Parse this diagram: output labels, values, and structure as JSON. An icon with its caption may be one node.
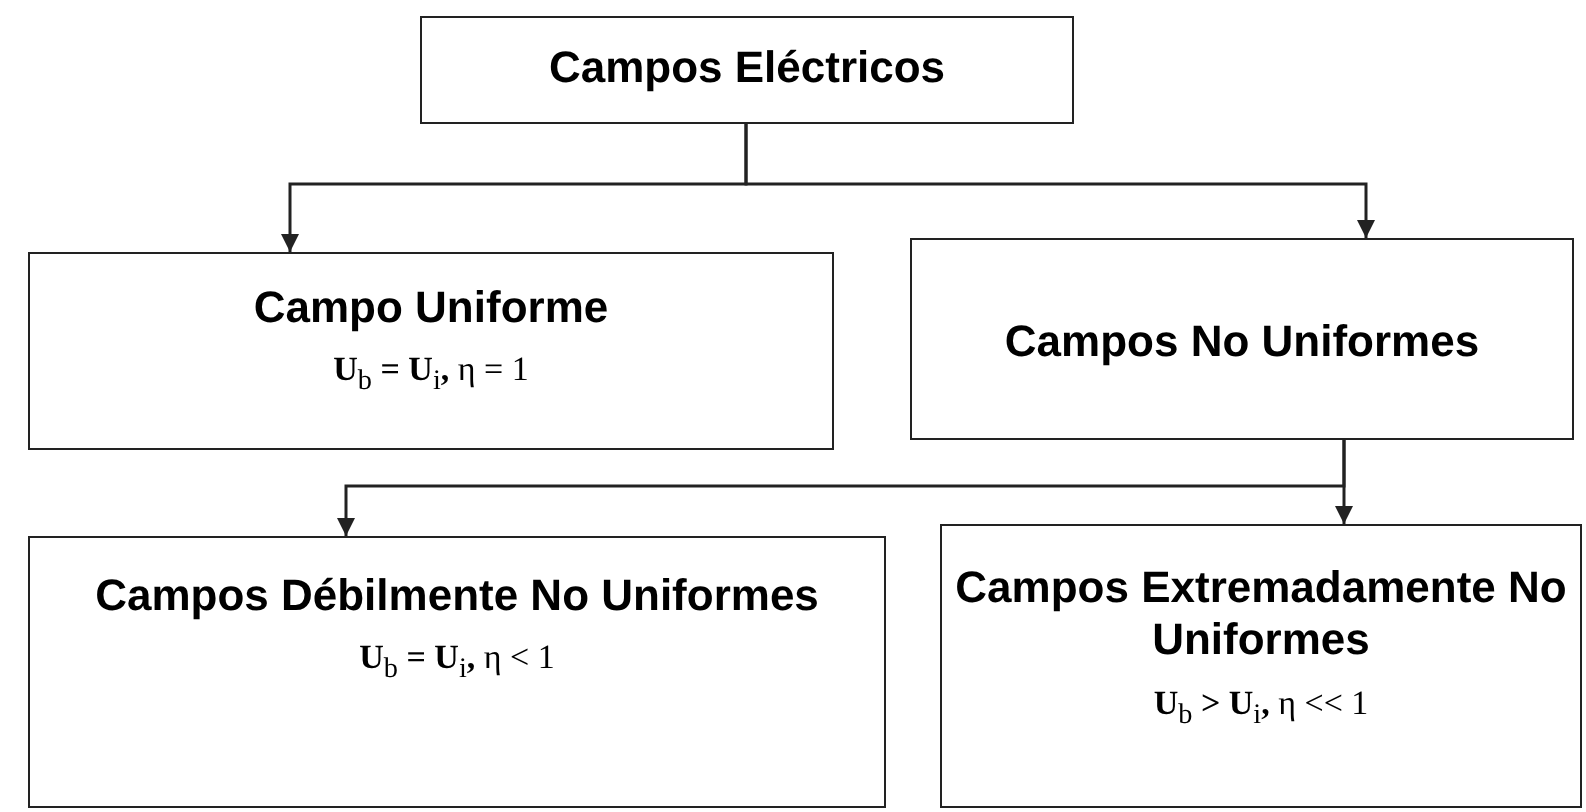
{
  "diagram": {
    "nodes": [
      {
        "text": [
          "Campos Eléctricos"
        ]
      },
      {
        "text": [
          "Campo Uniforme",
          "**U**$_{b}$ **= U**$_{i}$**,** η = 1"
        ]
      },
      {
        "text": [
          "Campos No Uniformes"
        ]
      },
      {
        "text": [
          "Campos Débilmente No Uniformes",
          "**U**$_{b}$ **= U**$_{i}$**,** η < 1"
        ]
      },
      {
        "text": [
          "Campos Extremadamente No Uniformes",
          "**U**$_{b}$ **> U**$_{i}$**,** η << 1"
        ]
      }
    ],
    "edges": [
      {
        "from": 0,
        "to": 1,
        "arrow": "to"
      },
      {
        "from": 0,
        "to": 2,
        "arrow": "to"
      },
      {
        "from": 2,
        "to": 3,
        "arrow": "to"
      },
      {
        "from": 2,
        "to": 4,
        "arrow": "to"
      }
    ]
  }
}
